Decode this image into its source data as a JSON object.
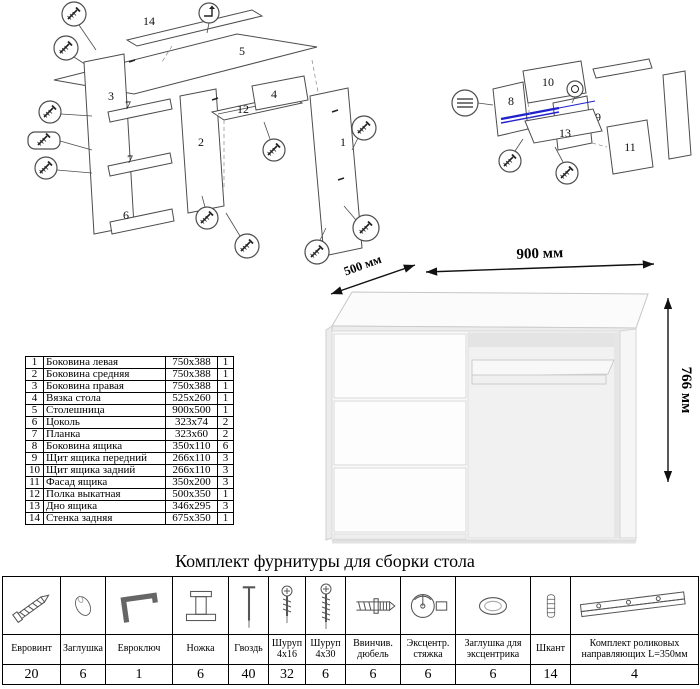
{
  "colors": {
    "accent_blue": "#2222cc",
    "line": "#4d4d4d"
  },
  "dimensions": {
    "width": "900 мм",
    "depth": "500 мм",
    "height": "766 мм"
  },
  "diagrams": {
    "left_labels": {
      "p14": "14",
      "p5": "5",
      "p3": "3",
      "p7a": "7",
      "p7b": "7",
      "p6": "6",
      "p2": "2",
      "p12": "12",
      "p4": "4",
      "p1": "1"
    },
    "right_labels": {
      "p10": "10",
      "p8": "8",
      "p9": "9",
      "p13": "13",
      "p11": "11"
    }
  },
  "parts": {
    "rows": [
      {
        "num": "1",
        "name": "Боковина левая",
        "size": "750x388",
        "qty": "1"
      },
      {
        "num": "2",
        "name": "Боковина средняя",
        "size": "750x388",
        "qty": "1"
      },
      {
        "num": "3",
        "name": "Боковина правая",
        "size": "750x388",
        "qty": "1"
      },
      {
        "num": "4",
        "name": "Вязка стола",
        "size": "525x260",
        "qty": "1"
      },
      {
        "num": "5",
        "name": "Столешница",
        "size": "900x500",
        "qty": "1"
      },
      {
        "num": "6",
        "name": "Цоколь",
        "size": "323x74",
        "qty": "2"
      },
      {
        "num": "7",
        "name": "Планка",
        "size": "323x60",
        "qty": "2"
      },
      {
        "num": "8",
        "name": "Боковина ящика",
        "size": "350x110",
        "qty": "6"
      },
      {
        "num": "9",
        "name": "Щит ящика передний",
        "size": "266x110",
        "qty": "3"
      },
      {
        "num": "10",
        "name": "Щит ящика задний",
        "size": "266x110",
        "qty": "3"
      },
      {
        "num": "11",
        "name": "Фасад ящика",
        "size": "350x200",
        "qty": "3"
      },
      {
        "num": "12",
        "name": "Полка выкатная",
        "size": "500x350",
        "qty": "1"
      },
      {
        "num": "13",
        "name": "Дно ящика",
        "size": "346x295",
        "qty": "3"
      },
      {
        "num": "14",
        "name": "Стенка задняя",
        "size": "675x350",
        "qty": "1"
      }
    ]
  },
  "hardware": {
    "heading": "Комплект фурнитуры для сборки стола",
    "items": [
      {
        "name": "Евровинт",
        "qty": "20"
      },
      {
        "name": "Заглушка",
        "qty": "6"
      },
      {
        "name": "Евроключ",
        "qty": "1"
      },
      {
        "name": "Ножка",
        "qty": "6"
      },
      {
        "name": "Гвоздь",
        "qty": "40"
      },
      {
        "name": "Шуруп 4х16",
        "qty": "32"
      },
      {
        "name": "Шуруп 4х30",
        "qty": "6"
      },
      {
        "name": "Ввинчив. дюбель",
        "qty": "6"
      },
      {
        "name": "Эксцентр. стяжка",
        "qty": "6"
      },
      {
        "name": "Заглушка для эксцентрика",
        "qty": "6"
      },
      {
        "name": "Шкант",
        "qty": "14"
      },
      {
        "name": "Комплект роликовых направляющих L=350мм",
        "qty": "4"
      }
    ]
  }
}
